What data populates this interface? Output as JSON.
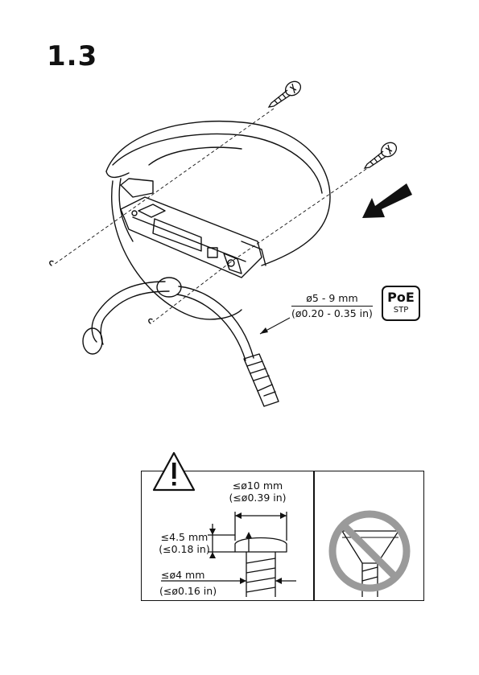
{
  "step_number": "1.3",
  "cable": {
    "diameter_mm": "ø5 - 9 mm",
    "diameter_in": "(ø0.20 - 0.35 in)"
  },
  "poe_badge": {
    "title": "PoE",
    "subtitle": "STP"
  },
  "screw_spec": {
    "head_diameter_mm": "≤ø10 mm",
    "head_diameter_in": "(≤ø0.39 in)",
    "head_height_mm": "≤4.5 mm",
    "head_height_in": "(≤0.18 in)",
    "shaft_diameter_mm": "≤ø4 mm",
    "shaft_diameter_in": "(≤ø0.16 in)"
  },
  "icons": {
    "warning": "warning-triangle-icon",
    "arrow": "direction-arrow-icon",
    "prohibited": "no-countersunk-screw-icon"
  }
}
